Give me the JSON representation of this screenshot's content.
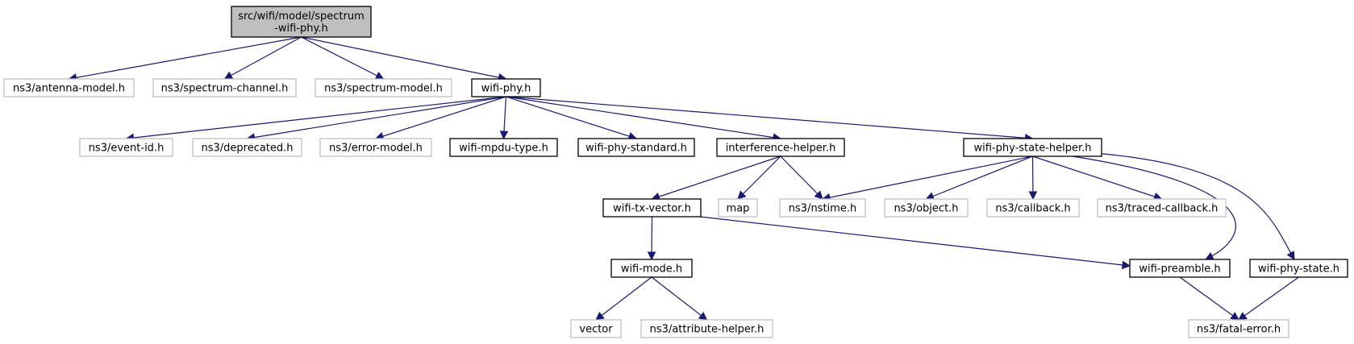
{
  "diagram": {
    "type": "include-dependency-graph",
    "colors": {
      "root_fill": "#bfbfbf",
      "documented_border": "#000000",
      "external_border": "#bfbfbf",
      "edge": "#191970"
    },
    "nodes": [
      {
        "id": "root",
        "lines": [
          "src/wifi/model/spectrum",
          "-wifi-phy.h"
        ],
        "kind": "root"
      },
      {
        "id": "antenna",
        "lines": [
          "ns3/antenna-model.h"
        ],
        "kind": "external"
      },
      {
        "id": "spectrum_channel",
        "lines": [
          "ns3/spectrum-channel.h"
        ],
        "kind": "external"
      },
      {
        "id": "spectrum_model",
        "lines": [
          "ns3/spectrum-model.h"
        ],
        "kind": "external"
      },
      {
        "id": "wifi_phy",
        "lines": [
          "wifi-phy.h"
        ],
        "kind": "documented"
      },
      {
        "id": "event_id",
        "lines": [
          "ns3/event-id.h"
        ],
        "kind": "external"
      },
      {
        "id": "deprecated",
        "lines": [
          "ns3/deprecated.h"
        ],
        "kind": "external"
      },
      {
        "id": "error_model",
        "lines": [
          "ns3/error-model.h"
        ],
        "kind": "external"
      },
      {
        "id": "mpdu_type",
        "lines": [
          "wifi-mpdu-type.h"
        ],
        "kind": "documented"
      },
      {
        "id": "phy_standard",
        "lines": [
          "wifi-phy-standard.h"
        ],
        "kind": "documented"
      },
      {
        "id": "interference",
        "lines": [
          "interference-helper.h"
        ],
        "kind": "documented"
      },
      {
        "id": "state_helper",
        "lines": [
          "wifi-phy-state-helper.h"
        ],
        "kind": "documented"
      },
      {
        "id": "tx_vector",
        "lines": [
          "wifi-tx-vector.h"
        ],
        "kind": "documented"
      },
      {
        "id": "map",
        "lines": [
          "map"
        ],
        "kind": "external"
      },
      {
        "id": "nstime",
        "lines": [
          "ns3/nstime.h"
        ],
        "kind": "external"
      },
      {
        "id": "object",
        "lines": [
          "ns3/object.h"
        ],
        "kind": "external"
      },
      {
        "id": "callback",
        "lines": [
          "ns3/callback.h"
        ],
        "kind": "external"
      },
      {
        "id": "traced_callback",
        "lines": [
          "ns3/traced-callback.h"
        ],
        "kind": "external"
      },
      {
        "id": "wifi_mode",
        "lines": [
          "wifi-mode.h"
        ],
        "kind": "documented"
      },
      {
        "id": "preamble",
        "lines": [
          "wifi-preamble.h"
        ],
        "kind": "documented"
      },
      {
        "id": "phy_state",
        "lines": [
          "wifi-phy-state.h"
        ],
        "kind": "documented"
      },
      {
        "id": "vector",
        "lines": [
          "vector"
        ],
        "kind": "external"
      },
      {
        "id": "attribute_helper",
        "lines": [
          "ns3/attribute-helper.h"
        ],
        "kind": "external"
      },
      {
        "id": "fatal_error",
        "lines": [
          "ns3/fatal-error.h"
        ],
        "kind": "external"
      }
    ],
    "edges": [
      {
        "from": "root",
        "to": "antenna"
      },
      {
        "from": "root",
        "to": "spectrum_channel"
      },
      {
        "from": "root",
        "to": "spectrum_model"
      },
      {
        "from": "root",
        "to": "wifi_phy"
      },
      {
        "from": "wifi_phy",
        "to": "event_id"
      },
      {
        "from": "wifi_phy",
        "to": "deprecated"
      },
      {
        "from": "wifi_phy",
        "to": "error_model"
      },
      {
        "from": "wifi_phy",
        "to": "mpdu_type"
      },
      {
        "from": "wifi_phy",
        "to": "phy_standard"
      },
      {
        "from": "wifi_phy",
        "to": "interference"
      },
      {
        "from": "wifi_phy",
        "to": "state_helper"
      },
      {
        "from": "interference",
        "to": "tx_vector"
      },
      {
        "from": "interference",
        "to": "map"
      },
      {
        "from": "interference",
        "to": "nstime"
      },
      {
        "from": "state_helper",
        "to": "nstime"
      },
      {
        "from": "state_helper",
        "to": "object"
      },
      {
        "from": "state_helper",
        "to": "callback"
      },
      {
        "from": "state_helper",
        "to": "traced_callback"
      },
      {
        "from": "state_helper",
        "to": "preamble"
      },
      {
        "from": "state_helper",
        "to": "phy_state"
      },
      {
        "from": "tx_vector",
        "to": "wifi_mode"
      },
      {
        "from": "tx_vector",
        "to": "preamble"
      },
      {
        "from": "wifi_mode",
        "to": "vector"
      },
      {
        "from": "wifi_mode",
        "to": "attribute_helper"
      },
      {
        "from": "preamble",
        "to": "fatal_error"
      },
      {
        "from": "phy_state",
        "to": "fatal_error"
      }
    ]
  }
}
